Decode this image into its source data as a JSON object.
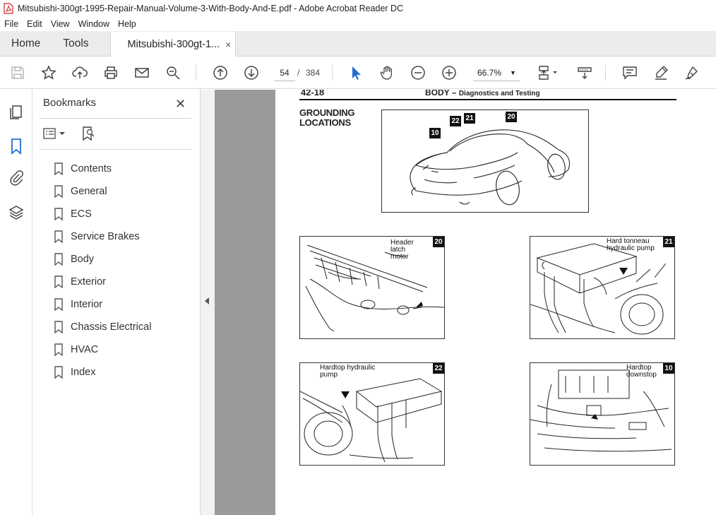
{
  "window": {
    "title": "Mitsubishi-300gt-1995-Repair-Manual-Volume-3-With-Body-And-E.pdf - Adobe Acrobat Reader DC"
  },
  "menu": [
    "File",
    "Edit",
    "View",
    "Window",
    "Help"
  ],
  "tabs": {
    "home": "Home",
    "tools": "Tools",
    "document": "Mitsubishi-300gt-1...",
    "close": "×"
  },
  "toolbar": {
    "current_page": "54",
    "separator": "/",
    "total_pages": "384",
    "zoom": "66.7%"
  },
  "bookmarks": {
    "title": "Bookmarks",
    "close": "✕",
    "items": [
      {
        "label": "Contents"
      },
      {
        "label": "General"
      },
      {
        "label": "ECS"
      },
      {
        "label": "Service Brakes"
      },
      {
        "label": "Body"
      },
      {
        "label": "Exterior"
      },
      {
        "label": "Interior"
      },
      {
        "label": "Chassis Electrical"
      },
      {
        "label": "HVAC"
      },
      {
        "label": "Index"
      }
    ]
  },
  "page": {
    "number": "42-18",
    "title": "BODY –",
    "subtitle": "Diagnostics and Testing",
    "section_line1": "GROUNDING",
    "section_line2": "LOCATIONS",
    "car_badges": [
      "10",
      "22",
      "21",
      "20"
    ],
    "figures": [
      {
        "badge": "20",
        "label_lines": [
          "Header",
          "latch",
          "motor"
        ]
      },
      {
        "badge": "21",
        "label_lines": [
          "Hard tonneau",
          "hydraulic pump"
        ]
      },
      {
        "badge": "22",
        "label_lines": [
          "Hardtop hydraulic",
          "pump"
        ]
      },
      {
        "badge": "10",
        "label_lines": [
          "Hardtop",
          "downstop"
        ]
      }
    ]
  }
}
